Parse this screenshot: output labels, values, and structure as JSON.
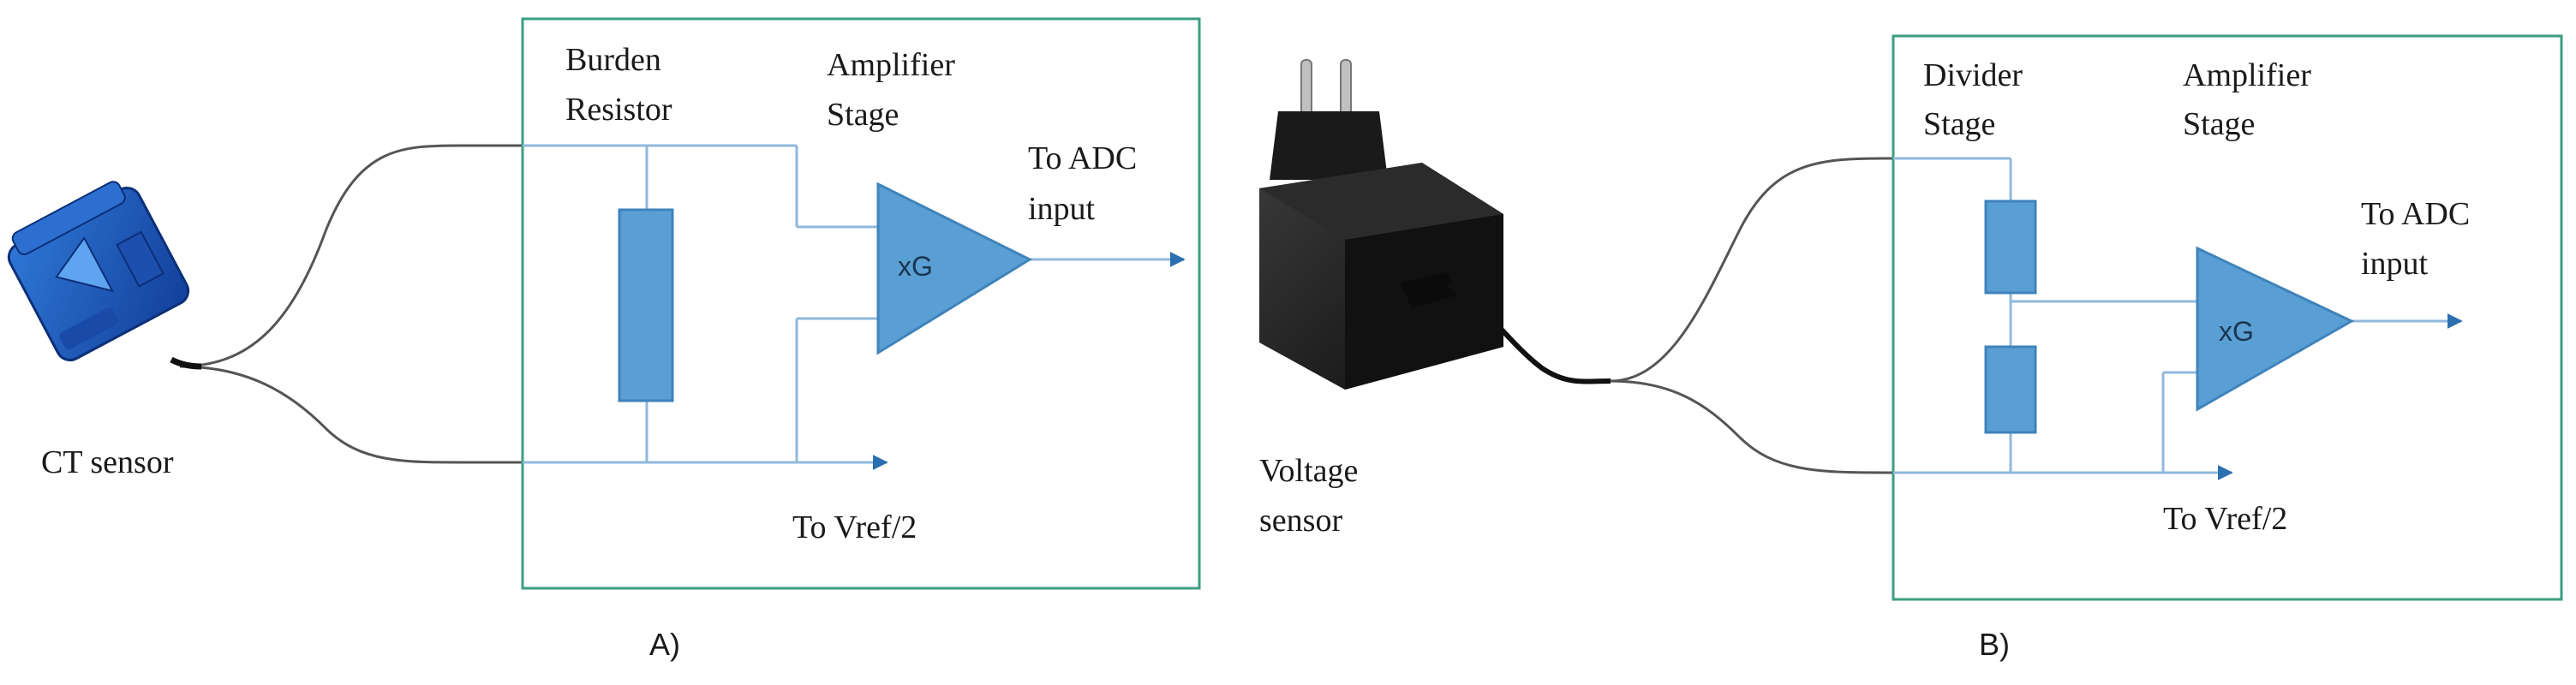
{
  "colors": {
    "wire": "#8fb8dc",
    "component_fill": "#5a9fd4",
    "component_stroke": "#3f83bb",
    "box_border": "#3a9e82",
    "cable": "#555555",
    "text": "#1a1a1a"
  },
  "panel_a": {
    "sensor_label": "CT sensor",
    "stage1_label_line1": "Burden",
    "stage1_label_line2": "Resistor",
    "stage2_label_line1": "Amplifier",
    "stage2_label_line2": "Stage",
    "gain_label": "xG",
    "output_label_line1": "To ADC",
    "output_label_line2": "input",
    "ref_label": "To Vref/2",
    "caption": "A)"
  },
  "panel_b": {
    "sensor_label_line1": "Voltage",
    "sensor_label_line2": "sensor",
    "stage1_label_line1": "Divider",
    "stage1_label_line2": "Stage",
    "stage2_label_line1": "Amplifier",
    "stage2_label_line2": "Stage",
    "gain_label": "xG",
    "output_label_line1": "To ADC",
    "output_label_line2": "input",
    "ref_label": "To Vref/2",
    "caption": "B)"
  },
  "icons": {
    "ct_sensor": "ct-clamp-sensor-icon",
    "voltage_sensor": "wall-adapter-icon"
  }
}
